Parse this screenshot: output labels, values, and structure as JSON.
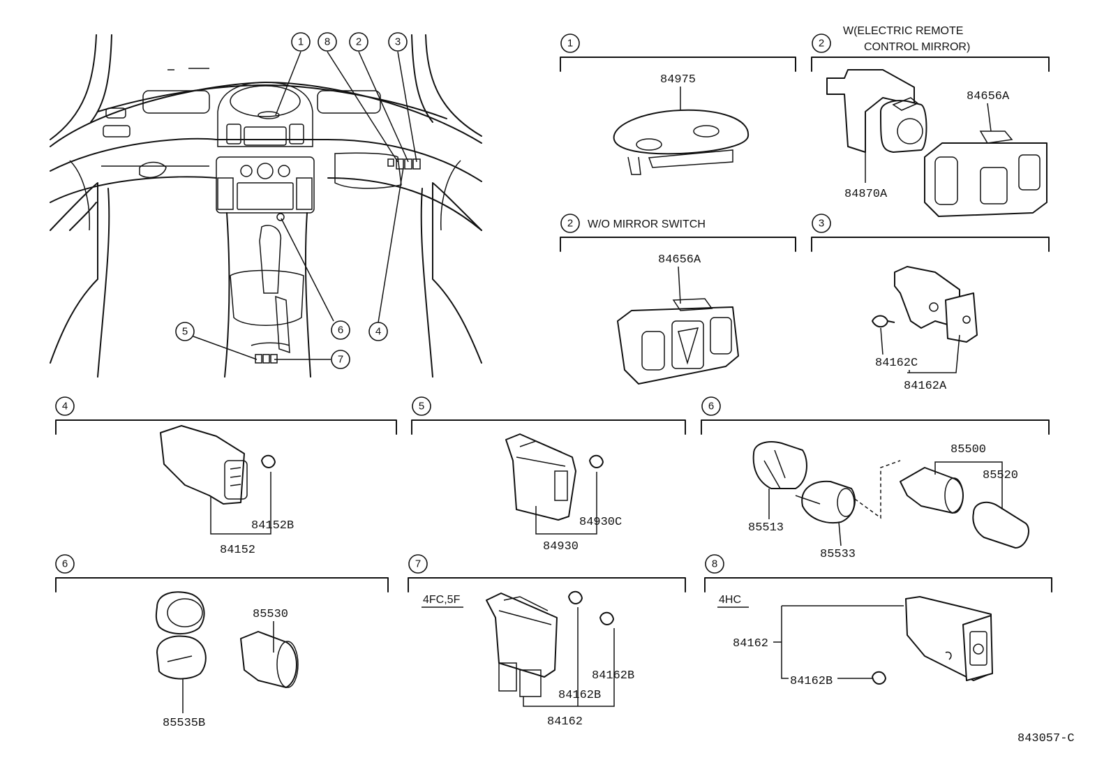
{
  "overview": {
    "callouts": [
      "1",
      "8",
      "2",
      "3",
      "6",
      "4",
      "5",
      "7"
    ]
  },
  "sections": [
    {
      "num": "1",
      "title": "",
      "parts": [
        "84975"
      ]
    },
    {
      "num": "2",
      "title": "W(ELECTRIC REMOTE",
      "title2": "CONTROL MIRROR)",
      "parts": [
        "84656A",
        "84870A"
      ]
    },
    {
      "num": "2",
      "title": "W/O MIRROR SWITCH",
      "parts": [
        "84656A"
      ]
    },
    {
      "num": "3",
      "title": "",
      "parts": [
        "84162C",
        "84162A"
      ]
    },
    {
      "num": "4",
      "title": "",
      "parts": [
        "84152B",
        "84152"
      ]
    },
    {
      "num": "5",
      "title": "",
      "parts": [
        "84930C",
        "84930"
      ]
    },
    {
      "num": "6",
      "title": "",
      "parts": [
        "85500",
        "85520",
        "85513",
        "85533"
      ]
    },
    {
      "num": "6",
      "title": "",
      "parts": [
        "85530",
        "85535B"
      ]
    },
    {
      "num": "7",
      "title": "4FC,5F",
      "parts": [
        "84162B",
        "84162B",
        "84162"
      ]
    },
    {
      "num": "8",
      "title": "4HC",
      "parts": [
        "84162",
        "84162B"
      ]
    }
  ],
  "diagram_id": "843057-C"
}
